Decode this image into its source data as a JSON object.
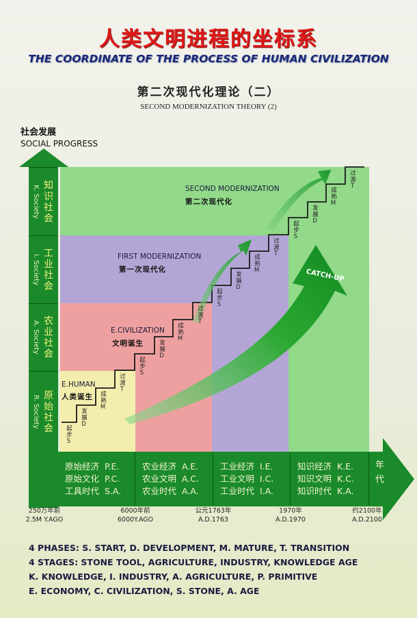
{
  "title": "人类文明进程的坐标系",
  "subtitle": "THE COORDINATE OF THE PROCESS OF HUMAN CIVILIZATION",
  "theory_zh": "第二次现代化理论（二）",
  "theory_en": "SECOND MODERNIZATION THEORY (2)",
  "y_axis": {
    "zh": "社会发展",
    "en": "SOCIAL PROGRESS"
  },
  "rows": [
    {
      "zh": "知识社会",
      "en": "K. Society"
    },
    {
      "zh": "工业社会",
      "en": "I. Society"
    },
    {
      "zh": "农业社会",
      "en": "A. Society"
    },
    {
      "zh": "原始社会",
      "en": "R. Society"
    }
  ],
  "regions": {
    "second": {
      "en": "SECOND MODERNIZATION",
      "zh": "第二次现代化"
    },
    "first": {
      "en": "FIRST MODERNIZATION",
      "zh": "第一次现代化"
    },
    "civ": {
      "en": "E.CIVILIZATION",
      "zh": "文明诞生"
    },
    "human": {
      "en": "E.HUMAN",
      "zh": "人类诞生"
    }
  },
  "catch_up": "CATCH-UP",
  "phases": [
    {
      "zh": "起步",
      "en": "S"
    },
    {
      "zh": "发展",
      "en": "D"
    },
    {
      "zh": "成熟",
      "en": "M"
    },
    {
      "zh": "过渡",
      "en": "T"
    }
  ],
  "bottom_columns": [
    [
      "原始经济  P.E.",
      "原始文化  P.C.",
      "工具时代  S.A."
    ],
    [
      "农业经济  A.E.",
      "农业文明  A.C.",
      "农业时代  A.A."
    ],
    [
      "工业经济  I.E.",
      "工业文明  I.C.",
      "工业时代  I.A."
    ],
    [
      "知识经济  K.E.",
      "知识文明  K.C.",
      "知识时代  K.A."
    ]
  ],
  "x_axis_label": "年代",
  "dates": [
    {
      "zh": "250万年前",
      "en": "2.5M Y.AGO"
    },
    {
      "zh": "6000年前",
      "en": "6000Y.AGO"
    },
    {
      "zh": "公元1763年",
      "en": "A.D.1763"
    },
    {
      "zh": "1970年",
      "en": "A.D.1970"
    },
    {
      "zh": "约2100年",
      "en": "A.D.2100"
    }
  ],
  "legend": [
    "4 PHASES: S. START, D. DEVELOPMENT, M. MATURE, T. TRANSITION",
    "4 STAGES: STONE TOOL, AGRICULTURE, INDUSTRY, KNOWLEDGE AGE",
    "K. KNOWLEDGE, I. INDUSTRY, A. AGRICULTURE, P. PRIMITIVE",
    "E. ECONOMY, C. CIVILIZATION, S. STONE, A. AGE"
  ],
  "colors": {
    "green_dark": "#1a8a2a",
    "knowledge": "#92d98a",
    "industry": "#b3a6d6",
    "agriculture": "#eea0a0",
    "primitive": "#f3eeae",
    "title_red": "#e01818"
  }
}
